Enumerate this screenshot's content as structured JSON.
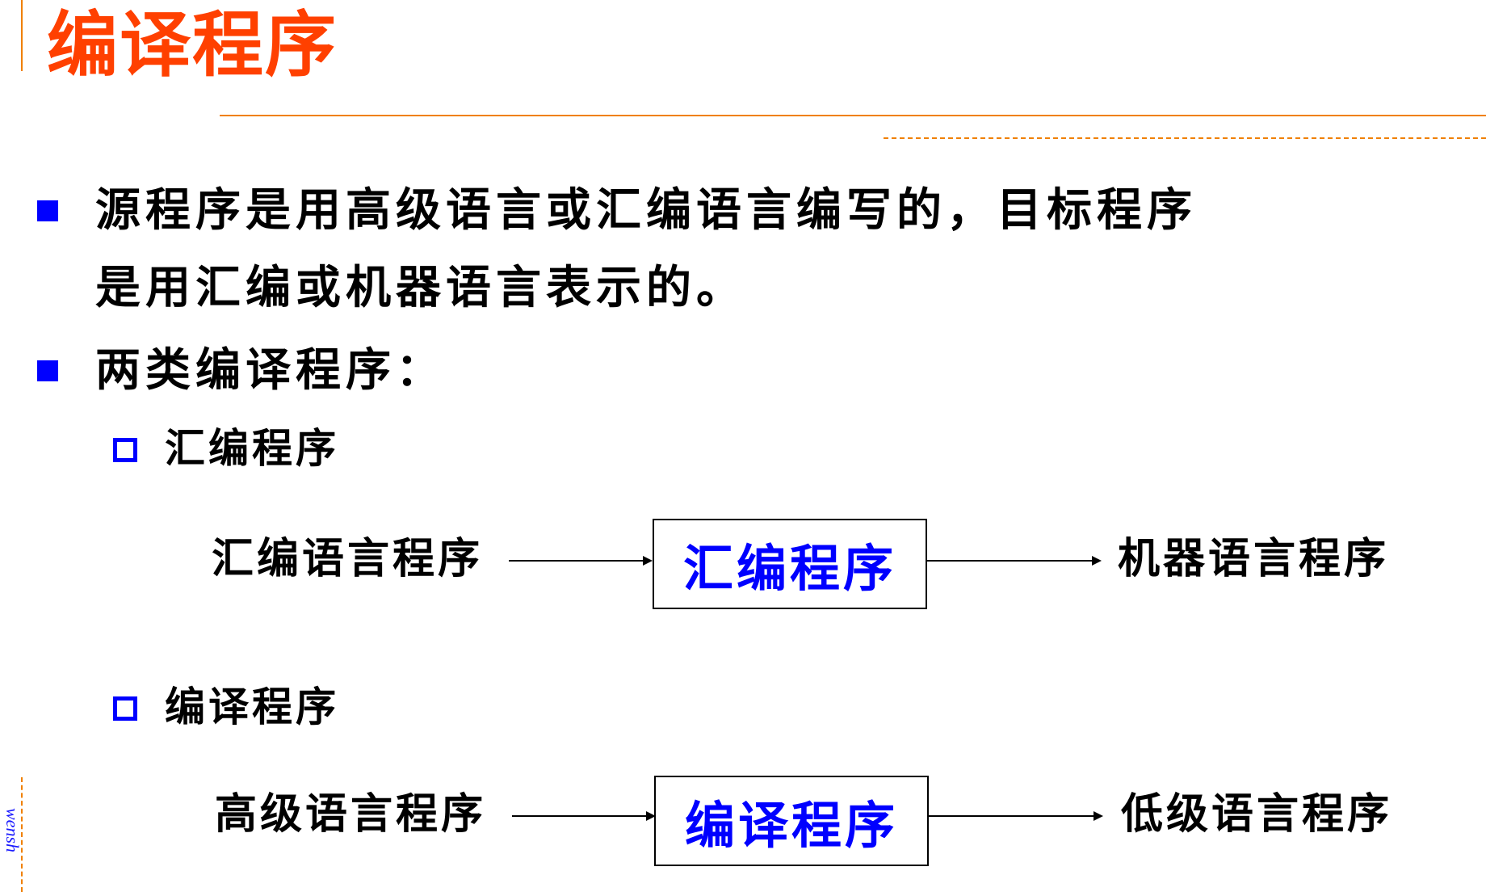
{
  "title": "编译程序",
  "side_text": "wensh",
  "bullets": [
    {
      "lines": [
        "源程序是用高级语言或汇编语言编写的，目标程序",
        "是用汇编或机器语言表示的。"
      ]
    },
    {
      "lines": [
        "两类编译程序："
      ],
      "subitems": [
        {
          "label": "汇编程序",
          "flow": {
            "input": "汇编语言程序",
            "process": "汇编程序",
            "output": "机器语言程序"
          }
        },
        {
          "label": "编译程序",
          "flow": {
            "input": "高级语言程序",
            "process": "编译程序",
            "output": "低级语言程序"
          }
        }
      ]
    }
  ],
  "colors": {
    "title": "#ff4000",
    "accent_rule": "#f08000",
    "bullet": "#0000ff",
    "box_text": "#0000ff"
  }
}
